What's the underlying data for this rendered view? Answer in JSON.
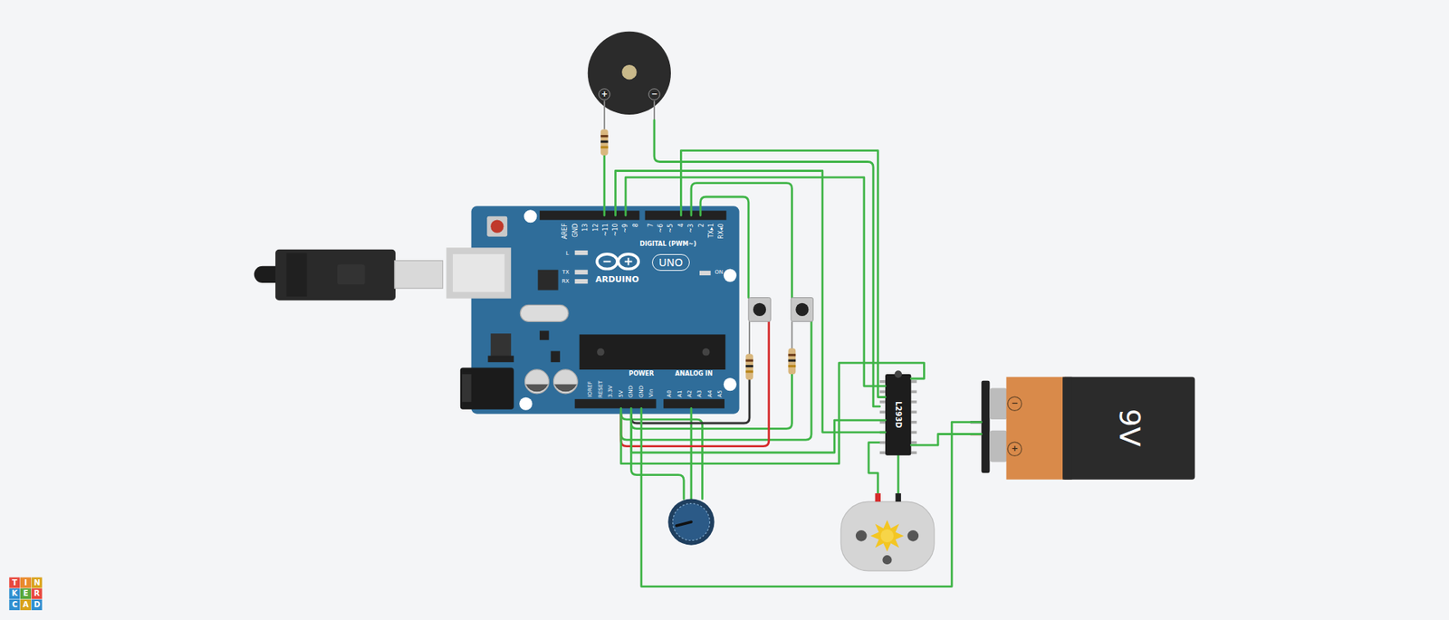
{
  "diagram": {
    "nodes": [
      {
        "text": [
          "ARDUINO",
          "UNO"
        ]
      },
      {
        "text": [
          "L293D"
        ]
      },
      {
        "text": [
          "9V"
        ]
      }
    ],
    "edges": [
      {
        "from": 0,
        "to": 1,
        "arrow": "none"
      },
      {
        "from": 0,
        "to": 1,
        "arrow": "none"
      },
      {
        "from": 0,
        "to": 1,
        "arrow": "none"
      },
      {
        "from": 0,
        "to": 1,
        "arrow": "none"
      },
      {
        "from": 0,
        "to": 1,
        "arrow": "none"
      },
      {
        "from": 2,
        "to": 0,
        "arrow": "none"
      },
      {
        "from": 2,
        "to": 1,
        "arrow": "none"
      }
    ],
    "labels": [
      "AREF",
      "GND",
      "13",
      "12",
      "~11",
      "~10",
      "~9",
      "8",
      "7",
      "~6",
      "~5",
      "4",
      "~3",
      "2",
      "TX▸1",
      "RX◂0",
      "DIGITAL (PWM~)",
      "L",
      "TX",
      "RX",
      "ON",
      "POWER",
      "ANALOG IN",
      "IOREF",
      "RESET",
      "3.3V",
      "5V",
      "GND",
      "GND",
      "Vin",
      "A0",
      "A1",
      "A2",
      "A3",
      "A4",
      "A5",
      "+",
      "−",
      "−",
      "+",
      "T",
      "I",
      "N",
      "K",
      "E",
      "R",
      "C",
      "A",
      "D"
    ]
  }
}
